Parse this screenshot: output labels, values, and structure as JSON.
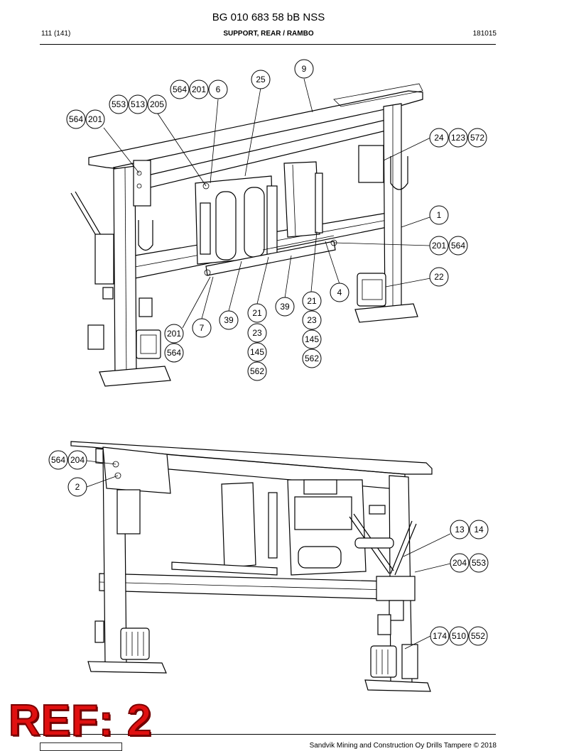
{
  "header": {
    "doc_title": "BG 010 683 58 bB NSS",
    "page_number": "111 (141)",
    "section_title": "SUPPORT, REAR / RAMBO",
    "date_code": "181015"
  },
  "footer": {
    "copyright": "Sandvik Mining and Construction Oy Drills Tampere © 2018"
  },
  "stamp": {
    "label": "REF: 2",
    "color": "#e01010"
  },
  "figure_top": {
    "labels": [
      "9",
      "25",
      "564",
      "201",
      "6",
      "553",
      "513",
      "205",
      "564",
      "201",
      "24",
      "123",
      "572",
      "1",
      "201",
      "564",
      "22",
      "4",
      "21",
      "23",
      "145",
      "562",
      "39",
      "21",
      "23",
      "145",
      "562",
      "39",
      "7",
      "201",
      "564"
    ]
  },
  "figure_bottom": {
    "labels": [
      "564",
      "204",
      "2",
      "13",
      "14",
      "204",
      "553",
      "174",
      "510",
      "552"
    ]
  }
}
